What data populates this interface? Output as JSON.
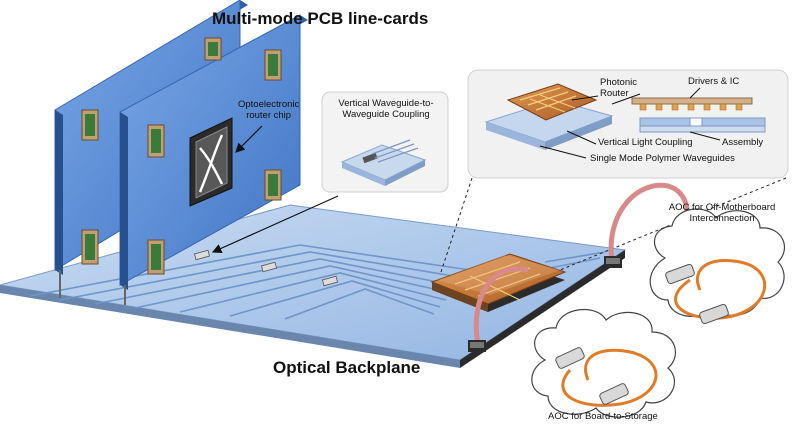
{
  "title": "Multi-mode PCB line-cards",
  "backplane_label": "Optical Backplane",
  "router_chip_label": [
    "Optoelectronic",
    "router chip"
  ],
  "coupling_label": [
    "Vertical Waveguide-to-",
    "Waveguide Coupling"
  ],
  "inset": {
    "photonic_router": [
      "Photonic",
      "Router"
    ],
    "drivers": "Drivers & IC",
    "vertical_light": "Vertical Light Coupling",
    "assembly": "Assembly",
    "single_mode": "Single Mode Polymer Waveguides"
  },
  "aoc_off_motherboard": [
    "AOC for Off-Motherboard",
    "Interconnection"
  ],
  "aoc_storage": "AOC for Board-to-Storage",
  "colors": {
    "card_blue": "#5b8ed6",
    "backplane": "#a9c6ea",
    "router_copper": "#c8743a",
    "ribbon": "#d88a8a",
    "cable_orange": "#e07b28"
  },
  "icons": [
    "router-chip-icon",
    "cloud-icon",
    "aoc-cable-icon",
    "connector-icon"
  ]
}
